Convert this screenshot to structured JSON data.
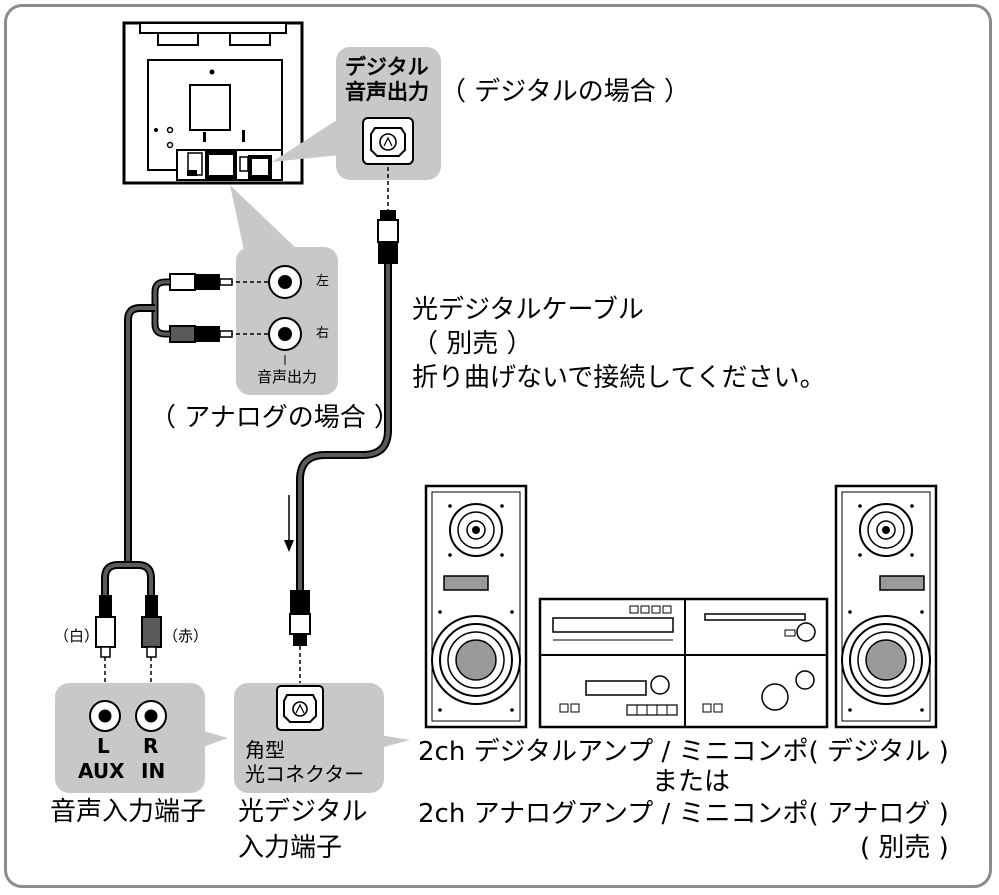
{
  "tv_callout": {
    "digital_output_label_line1": "デジタル",
    "digital_output_label_line2": "音声出力",
    "digital_case": "（ デジタルの場合 ）",
    "analog_left": "左",
    "analog_right": "右",
    "analog_output_label": "音声出力",
    "analog_case": "（ アナログの場合 ）"
  },
  "cable_note": {
    "line1": "光デジタルケーブル",
    "line2": "（ 別売 ）",
    "line3": "折り曲げないで接続してください。"
  },
  "plugs": {
    "white": "（白）",
    "red": "（赤）"
  },
  "aux_panel": {
    "l": "L",
    "r": "R",
    "aux": "AUX",
    "in": "IN",
    "caption": "音声入力端子"
  },
  "optical_panel": {
    "connector_line1": "角型",
    "connector_line2": "光コネクター",
    "caption_line1": "光デジタル",
    "caption_line2": "入力端子"
  },
  "device_caption": {
    "line1": "2ch デジタルアンプ / ミニコンポ( デジタル )",
    "line2": "または",
    "line3": "2ch アナログアンプ / ミニコンポ( アナログ )",
    "line4": "( 別売 )"
  },
  "colors": {
    "frame": "#8c8c8c",
    "callout_fill": "#c8c8c8",
    "cable": "#5a5a5a"
  }
}
